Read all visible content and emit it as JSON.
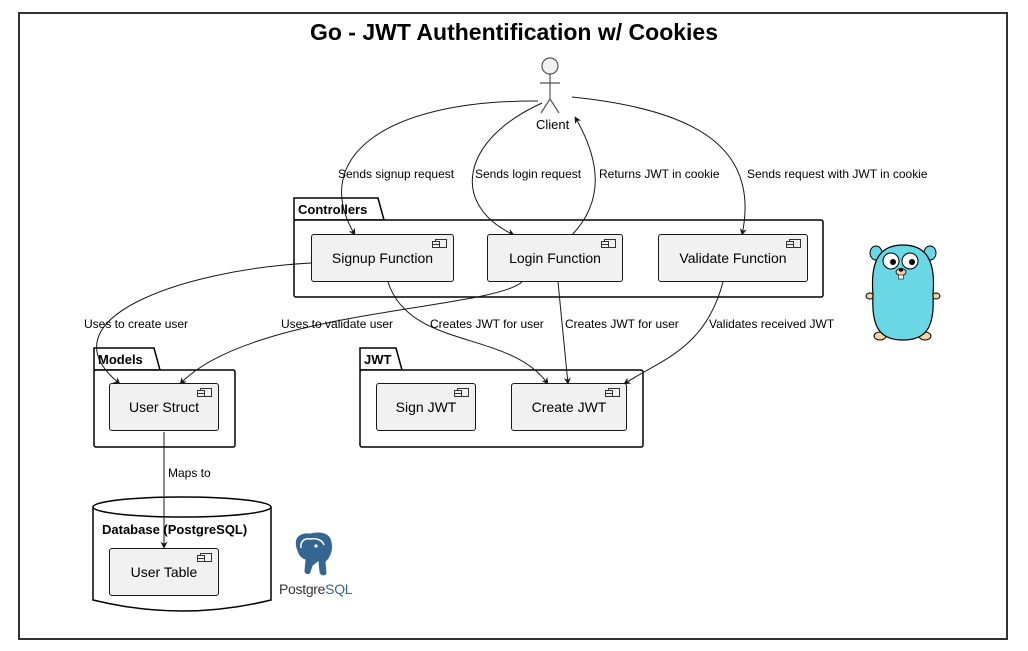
{
  "title": "Go - JWT Authentification w/ Cookies",
  "actor": {
    "label": "Client"
  },
  "packages": {
    "controllers": "Controllers",
    "models": "Models",
    "jwt": "JWT",
    "database": "Database (PostgreSQL)"
  },
  "components": {
    "signup": "Signup Function",
    "login": "Login Function",
    "validate": "Validate Function",
    "user_struct": "User Struct",
    "sign_jwt": "Sign JWT",
    "create_jwt": "Create JWT",
    "user_table": "User Table"
  },
  "edges": {
    "client_signup": "Sends signup request",
    "client_login": "Sends login request",
    "login_client": "Returns JWT in cookie",
    "client_validate": "Sends request with JWT in cookie",
    "signup_user": "Uses to create user",
    "login_user": "Uses to validate user",
    "signup_jwt": "Creates JWT for user",
    "login_jwt": "Creates JWT for user",
    "validate_jwt": "Validates received JWT",
    "user_table": "Maps to"
  },
  "logos": {
    "postgres": "PostgreSQL",
    "gopher": "gopher-mascot"
  },
  "colors": {
    "component_fill": "#f1f1f1",
    "gopher": "#6ad7e5",
    "postgres_blue": "#336791"
  }
}
